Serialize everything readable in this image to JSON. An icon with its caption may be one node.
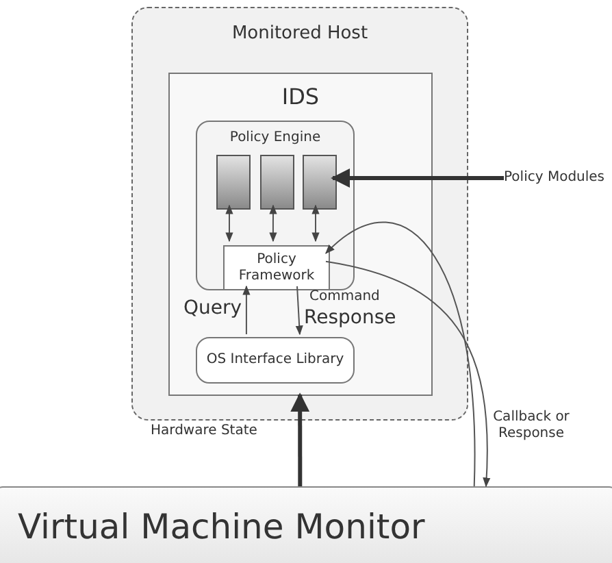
{
  "diagram": {
    "nodes": [
      {
        "text": [
          "Monitored Host"
        ]
      },
      {
        "text": [
          "IDS"
        ],
        "in": 0
      },
      {
        "text": [
          "Policy Engine"
        ],
        "in": 1
      },
      {
        "text": [],
        "shape": "box",
        "in": 2
      },
      {
        "text": [],
        "shape": "box",
        "in": 2
      },
      {
        "text": [],
        "shape": "box",
        "in": 2
      },
      {
        "text": [
          "Policy Framework"
        ],
        "in": 2
      },
      {
        "text": [
          "OS Interface Library"
        ],
        "in": 1
      },
      {
        "text": [
          "Policy Modules"
        ]
      },
      {
        "text": [
          "Virtual Machine Monitor"
        ]
      }
    ],
    "edges": [
      {
        "from": 8,
        "to": 5,
        "arrow": "to",
        "style": "thick"
      },
      {
        "from": 3,
        "to": 6,
        "arrow": "both"
      },
      {
        "from": 4,
        "to": 6,
        "arrow": "both"
      },
      {
        "from": 5,
        "to": 6,
        "arrow": "both"
      },
      {
        "from": 7,
        "to": 6,
        "arrow": "to",
        "label": "Query"
      },
      {
        "from": 6,
        "to": 7,
        "arrow": "to",
        "label": "Command"
      },
      {
        "from": 9,
        "to": 1,
        "arrow": "to",
        "style": "thick"
      },
      {
        "from": 9,
        "to": 6,
        "arrow": "to"
      },
      {
        "from": 6,
        "to": 9,
        "arrow": "to",
        "label": "Callback or Response"
      }
    ],
    "labels": [
      "Response",
      "Hardware State"
    ]
  }
}
